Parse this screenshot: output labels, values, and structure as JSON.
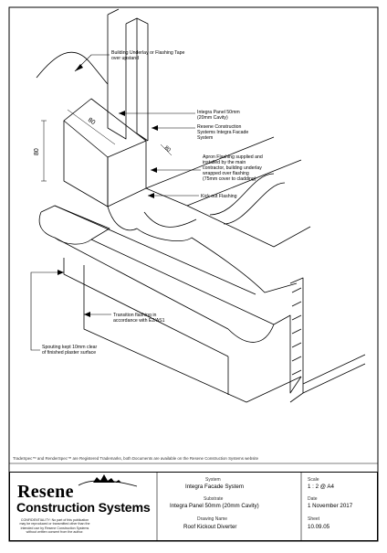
{
  "annotations": {
    "underlay": [
      "Building Underlay or Flashing Tape",
      "over upstand"
    ],
    "panel": [
      "Integra Panel 50mm",
      "(20mm Cavity)"
    ],
    "resene": [
      "Resene Construction",
      "Systems Integra Facade",
      "System"
    ],
    "apron": [
      "Apron Flashing supplied and",
      "installed by the main",
      "contractor, building underlay",
      "wrapped over flashing",
      "(75mm cover to cladding)"
    ],
    "kickout": [
      "Kick out Flashing"
    ],
    "transition": [
      "Transition flashing in",
      "accordance with E2/AS1"
    ],
    "spouting": [
      "Spouting kept 10mm clear",
      "of finished plaster surface"
    ]
  },
  "dimensions": {
    "top": "80",
    "side": "80",
    "small": "80"
  },
  "footer_note": "TradeSpec™ and RenderSpec™ are Registered Trademarks, both Documents are available on the Resene Construction Systems website",
  "logo": {
    "word": "Resene",
    "sub": "Construction Systems",
    "confidentiality": "CONFIDENTIALITY: No part of this publication may be reproduced or transmitted other than the intended use by Resene Construction Systems without written consent from the author."
  },
  "titleblock": {
    "system_label": "System",
    "system_value": "Integra Facade System",
    "substrate_label": "Substrate",
    "substrate_value": "Integra Panel 50mm (20mm Cavity)",
    "drawing_label": "Drawing Name",
    "drawing_value": "Roof Kickout Diverter",
    "scale_label": "Scale",
    "scale_value": "1 : 2 @ A4",
    "date_label": "Date",
    "date_value": "1 November 2017",
    "sheet_label": "Sheet",
    "sheet_value": "10.09.05"
  }
}
